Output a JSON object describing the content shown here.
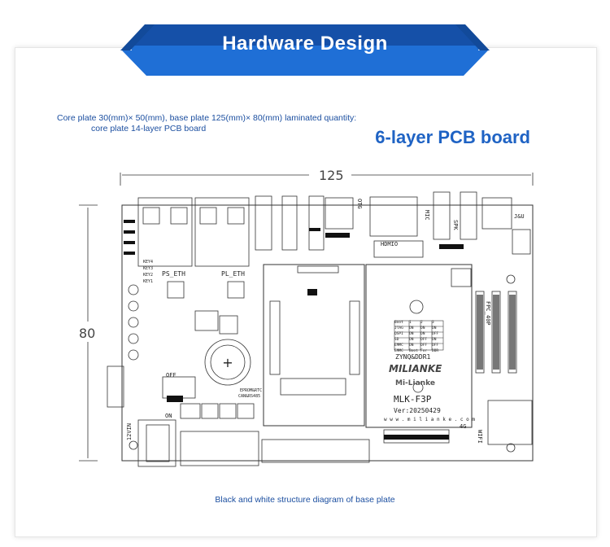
{
  "header": {
    "title": "Hardware Design"
  },
  "intro": {
    "line1": "Core plate 30(mm)× 50(mm), base plate 125(mm)× 80(mm) laminated quantity:",
    "line2": "core plate 14-layer PCB board"
  },
  "headline": "6-layer PCB board",
  "caption": "Black and white structure diagram of base plate",
  "diagram": {
    "dim_width": "125",
    "dim_height": "80",
    "labels": {
      "ps_eth": "PS_ETH",
      "pl_eth": "PL_ETH",
      "otg": "OTG",
      "hdmio": "HDMIO",
      "mic": "MIC",
      "spk": "SPK",
      "jtag": "J&U",
      "fpc": "FPC_40P",
      "off": "OFF",
      "on": "ON",
      "power": "12VIN",
      "wifi": "WIFI",
      "g4": "4G",
      "eprom": "EPROM&RTC",
      "can": "CAN&RS485",
      "keys": [
        "KEY4",
        "KEY3",
        "KEY2",
        "KEY1"
      ],
      "module_brand_top": "ZYNQ&DDR1",
      "module_brand": "MILIANKE",
      "module_brand_cn": "Mi-Lianke",
      "module_model": "MLK-F3P",
      "module_ver": "Ver:20250429",
      "module_url": "w w w . m i l i a n k e . c o m",
      "boot_table": {
        "header": [
          "Boot",
          "1",
          "2",
          "3"
        ],
        "rows": [
          [
            "JTAG",
            "ON",
            "ON",
            "ON"
          ],
          [
            "QSPI",
            "ON",
            "ON",
            "OFF"
          ],
          [
            "SD",
            "ON",
            "OFF",
            "ON"
          ],
          [
            "EMMC",
            "ON",
            "OFF",
            "OFF"
          ],
          [
            "EMMC",
            "Boot",
            "For",
            "DDR"
          ]
        ]
      }
    }
  },
  "colors": {
    "banner": "#1f6fd6",
    "banner_dark": "#1550a8",
    "accent_text": "#1c4fa0",
    "headline": "#1f63c4"
  }
}
